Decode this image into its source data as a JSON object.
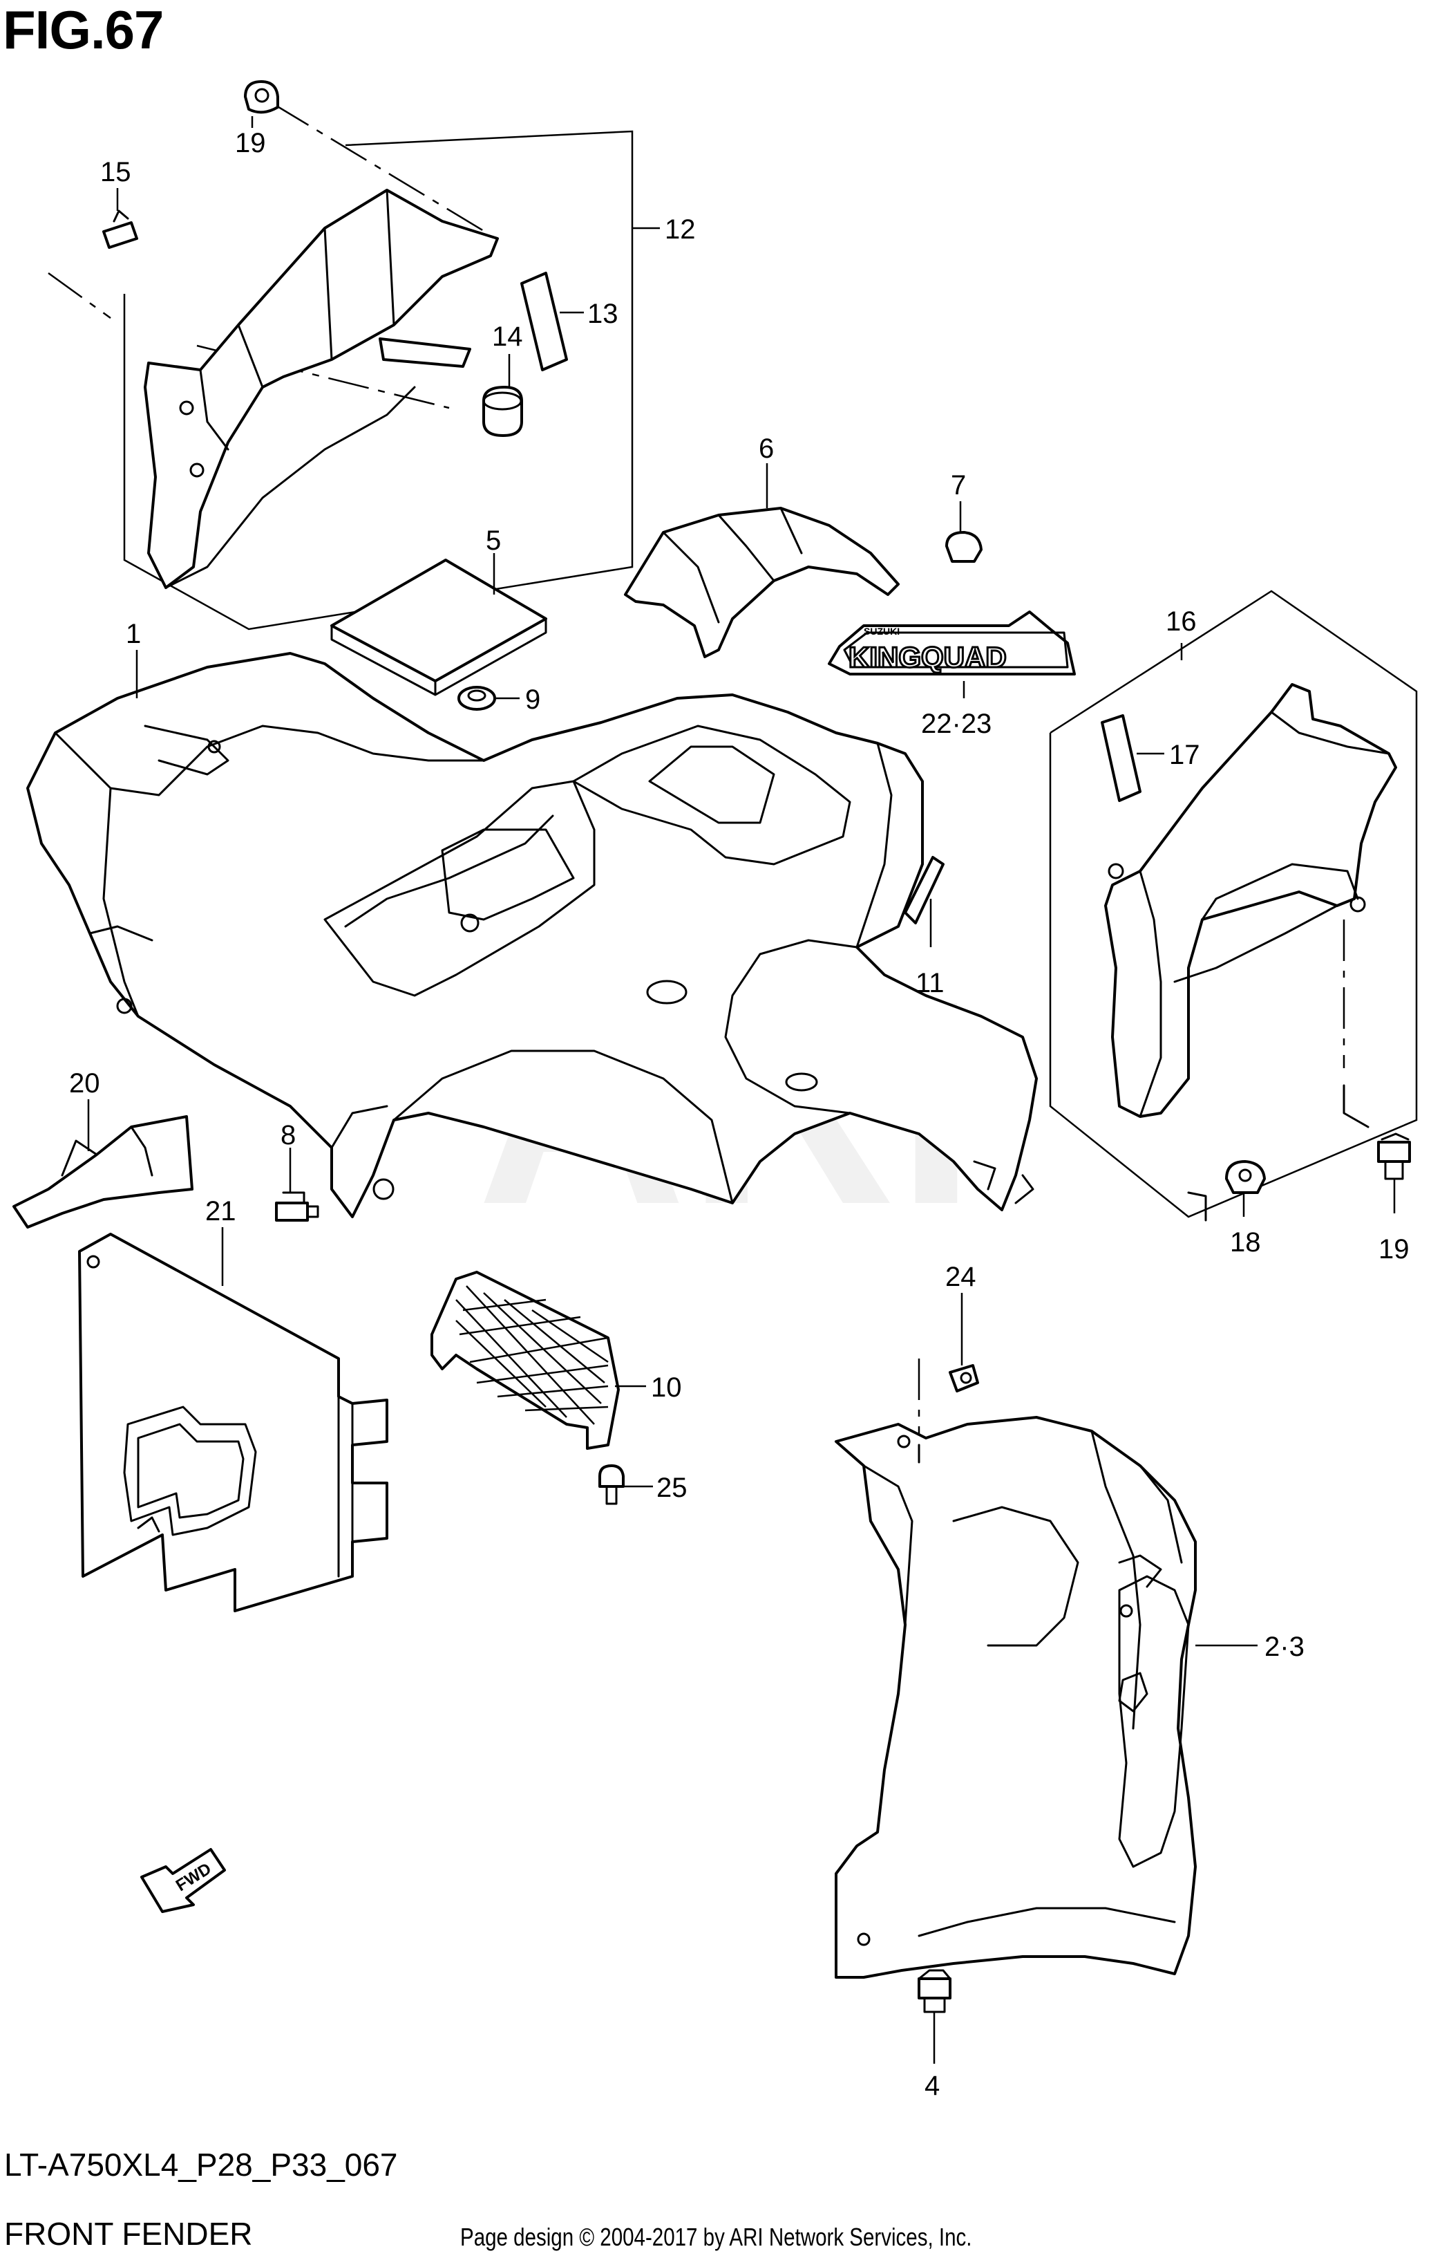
{
  "figure_title": "FIG.67",
  "model_code": "LT-A750XL4_P28_P33_067",
  "section_name": "FRONT FENDER",
  "copyright": "Page design © 2004-2017 by ARI Network Services, Inc.",
  "watermark": "ARI",
  "decal_text": "KINGQUAD",
  "decal_brand": "SUZUKI",
  "fwd_arrow_text": "FWD",
  "callouts": {
    "c1": "1",
    "c23": "2·3",
    "c4": "4",
    "c5": "5",
    "c6": "6",
    "c7": "7",
    "c8": "8",
    "c9": "9",
    "c10": "10",
    "c11": "11",
    "c12": "12",
    "c13": "13",
    "c14": "14",
    "c15": "15",
    "c16": "16",
    "c17": "17",
    "c18": "18",
    "c19a": "19",
    "c19b": "19",
    "c20": "20",
    "c21": "21",
    "c2223": "22·23",
    "c24": "24",
    "c25": "25"
  }
}
